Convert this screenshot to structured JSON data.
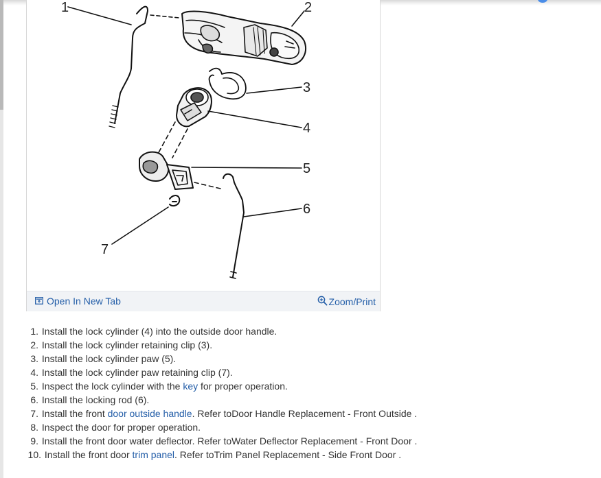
{
  "figure": {
    "callouts": [
      "1",
      "2",
      "3",
      "4",
      "5",
      "6",
      "7"
    ],
    "open_label": "Open In New Tab",
    "zoom_label": "Zoom/Print"
  },
  "steps": [
    {
      "num": "1.",
      "text": "Install the lock cylinder (4) into the outside door handle."
    },
    {
      "num": "2.",
      "text": "Install the lock cylinder retaining clip (3)."
    },
    {
      "num": "3.",
      "text": "Install the lock cylinder paw (5)."
    },
    {
      "num": "4.",
      "text": "Install the lock cylinder paw retaining clip (7)."
    },
    {
      "num": "5.",
      "pre": "Inspect the lock cylinder with the ",
      "link": "key",
      "post": " for proper operation."
    },
    {
      "num": "6.",
      "text": "Install the locking rod (6)."
    },
    {
      "num": "7.",
      "pre": "Install the front ",
      "link": "door outside handle",
      "post": ". Refer toDoor Handle Replacement - Front Outside ."
    },
    {
      "num": "8.",
      "text": "Inspect the door for proper operation."
    },
    {
      "num": "9.",
      "text": "Install the front door water deflector. Refer toWater Deflector Replacement - Front Door ."
    },
    {
      "num": "10.",
      "pre": "Install the front door ",
      "link": "trim panel",
      "post": ". Refer toTrim Panel Replacement - Side Front Door ."
    }
  ]
}
